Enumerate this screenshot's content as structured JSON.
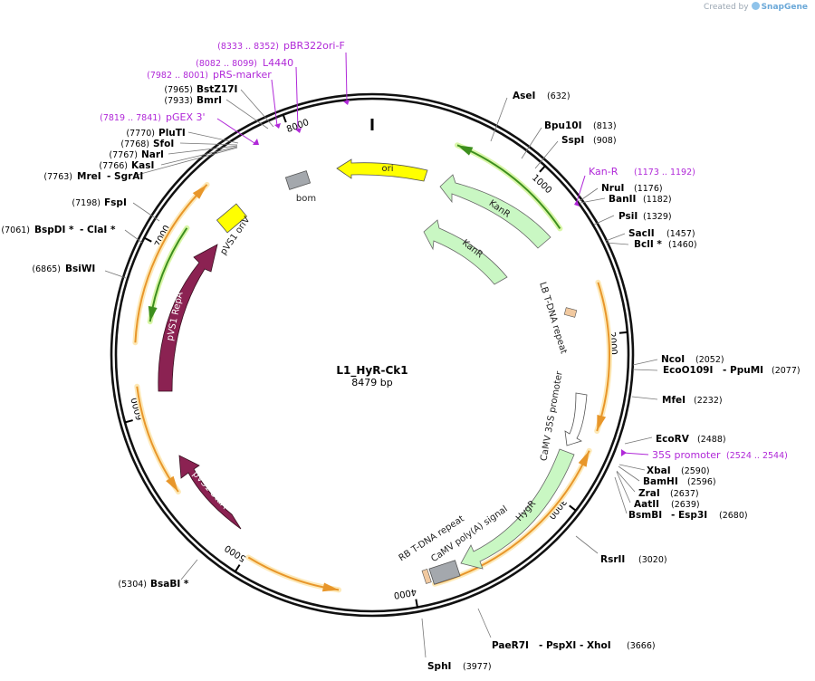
{
  "branding": {
    "prefix": "Created by",
    "name": "SnapGene"
  },
  "plasmid": {
    "name": "L1_HyR-Ck1",
    "size": "8479 bp",
    "length": 8479
  },
  "colors": {
    "backbone": "#111111",
    "orange": "#e8962a",
    "orange_glow": "#fde9b8",
    "green": "#3d8f1e",
    "green_glow": "#d9f6a8",
    "kanr": "#c9f7c3",
    "repa": "#8b2252",
    "ori": "#ffff00",
    "grey": "#a4a8ad",
    "tan": "#f1c9a0",
    "primer": "#b028d8"
  },
  "ticks": [
    {
      "bp": 1000,
      "label": "1000"
    },
    {
      "bp": 2000,
      "label": "2000"
    },
    {
      "bp": 3000,
      "label": "3000"
    },
    {
      "bp": 4000,
      "label": "4000"
    },
    {
      "bp": 5000,
      "label": "5000"
    },
    {
      "bp": 6000,
      "label": "6000"
    },
    {
      "bp": 7000,
      "label": "7000"
    },
    {
      "bp": 8000,
      "label": "8000"
    }
  ],
  "sites": [
    {
      "name": "AseI",
      "pos": "(632)"
    },
    {
      "name": "Bpu10I",
      "pos": "(813)"
    },
    {
      "name": "SspI",
      "pos": "(908)"
    },
    {
      "name": "NruI",
      "pos": "(1176)"
    },
    {
      "name": "BanII",
      "pos": "(1182)"
    },
    {
      "name": "PsiI",
      "pos": "(1329)"
    },
    {
      "name": "SacII",
      "pos": "(1457)"
    },
    {
      "name": "BclI *",
      "pos": "(1460)"
    },
    {
      "name": "NcoI",
      "pos": "(2052)"
    },
    {
      "name": "EcoO109I",
      "extra": "- PpuMI",
      "pos": "(2077)"
    },
    {
      "name": "MfeI",
      "pos": "(2232)"
    },
    {
      "name": "EcoRV",
      "pos": "(2488)"
    },
    {
      "name": "XbaI",
      "pos": "(2590)"
    },
    {
      "name": "BamHI",
      "pos": "(2596)"
    },
    {
      "name": "ZraI",
      "pos": "(2637)"
    },
    {
      "name": "AatII",
      "pos": "(2639)"
    },
    {
      "name": "BsmBI",
      "extra": "- Esp3I",
      "pos": "(2680)"
    },
    {
      "name": "RsrII",
      "pos": "(3020)"
    },
    {
      "name": "PaeR7I",
      "extra": "- PspXI   - XhoI",
      "pos": "(3666)"
    },
    {
      "name": "SphI",
      "pos": "(3977)"
    },
    {
      "name": "BsaBI *",
      "pos": "(5304)"
    },
    {
      "name": "BsiWI",
      "pos": "(6865)"
    },
    {
      "name": "BspDI *",
      "extra": "- ClaI *",
      "pos": "(7061)"
    },
    {
      "name": "FspI",
      "pos": "(7198)"
    },
    {
      "name": "MreI",
      "extra": "- SgrAI",
      "pos": "(7763)"
    },
    {
      "name": "KasI",
      "pos": "(7766)"
    },
    {
      "name": "NarI",
      "pos": "(7767)"
    },
    {
      "name": "SfoI",
      "pos": "(7768)"
    },
    {
      "name": "PluTI",
      "pos": "(7770)"
    },
    {
      "name": "BmrI",
      "pos": "(7933)"
    },
    {
      "name": "BstZ17I",
      "pos": "(7965)"
    }
  ],
  "primers": [
    {
      "name": "Kan-R",
      "range": "(1173 .. 1192)"
    },
    {
      "name": "35S promoter",
      "range": "(2524 .. 2544)"
    },
    {
      "name": "pGEX 3'",
      "range": "(7819 .. 7841)"
    },
    {
      "name": "pRS-marker",
      "range": "(7982 .. 8001)"
    },
    {
      "name": "L4440",
      "range": "(8082 .. 8099)"
    },
    {
      "name": "pBR322ori-F",
      "range": "(8333 .. 8352)"
    }
  ],
  "features": [
    {
      "name": "ori"
    },
    {
      "name": "KanR"
    },
    {
      "name": "KanR"
    },
    {
      "name": "bom"
    },
    {
      "name": "pVS1 oriV"
    },
    {
      "name": "pVS1 RepA"
    },
    {
      "name": "pVS1 StaA"
    },
    {
      "name": "LB T-DNA repeat"
    },
    {
      "name": "CaMV 35S promoter"
    },
    {
      "name": "HygR"
    },
    {
      "name": "CaMV poly(A) signal"
    },
    {
      "name": "RB T-DNA repeat"
    }
  ]
}
